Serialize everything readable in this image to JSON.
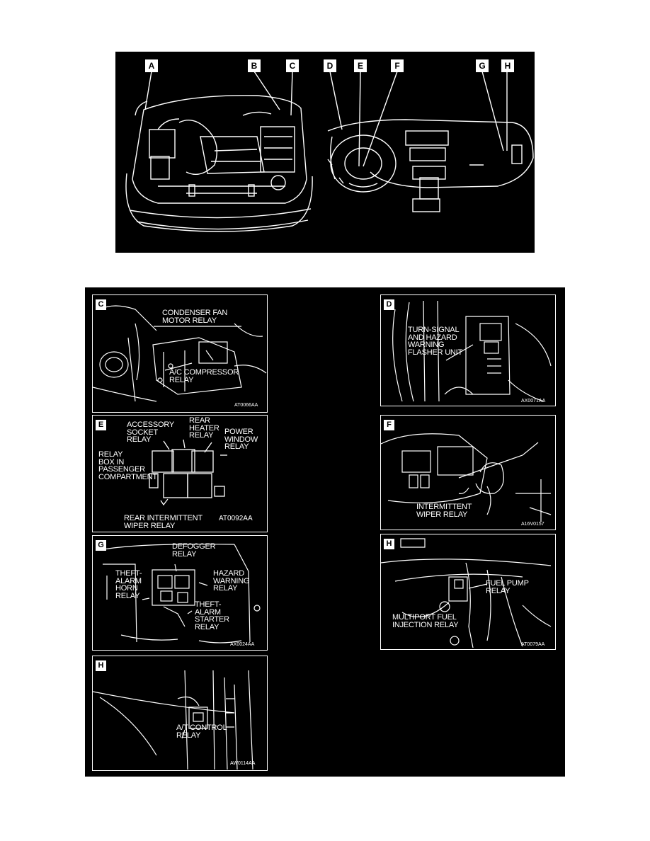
{
  "overview": {
    "keys": [
      "A",
      "B",
      "C",
      "D",
      "E",
      "F",
      "G",
      "H"
    ]
  },
  "panels": {
    "C": {
      "letter": "C",
      "labels": [
        "CONDENSER FAN\nMOTOR RELAY",
        "A/C COMPRESSOR\nRELAY"
      ],
      "code": "AT0066AA"
    },
    "D": {
      "letter": "D",
      "labels": [
        "TURN-SIGNAL\nAND HAZARD\nWARNING\nFLASHER UNIT"
      ],
      "code": "AX0071AA"
    },
    "E": {
      "letter": "E",
      "labels": [
        "ACCESSORY\nSOCKET\nRELAY",
        "REAR\nHEATER\nRELAY",
        "POWER\nWINDOW\nRELAY",
        "RELAY\nBOX IN\nPASSENGER\nCOMPARTMENT",
        "REAR INTERMITTENT\nWIPER RELAY"
      ],
      "code": "AT0092AA"
    },
    "F": {
      "letter": "F",
      "labels": [
        "INTERMITTENT\nWIPER RELAY"
      ],
      "code": "A16V0157"
    },
    "G": {
      "letter": "G",
      "labels": [
        "DEFOGGER\nRELAY",
        "THEFT-\nALARM\nHORN\nRELAY",
        "HAZARD\nWARNING\nRELAY",
        "THEFT-\nALARM\nSTARTER\nRELAY"
      ],
      "code": "AX0024AA"
    },
    "H1": {
      "letter": "H",
      "labels": [
        "FUEL PUMP\nRELAY",
        "MULTIPORT FUEL\nINJECTION RELAY"
      ],
      "code": "AT0079AA"
    },
    "H2": {
      "letter": "H",
      "labels": [
        "A/T CONTROL\nRELAY"
      ],
      "code": "AW0114AA"
    }
  }
}
